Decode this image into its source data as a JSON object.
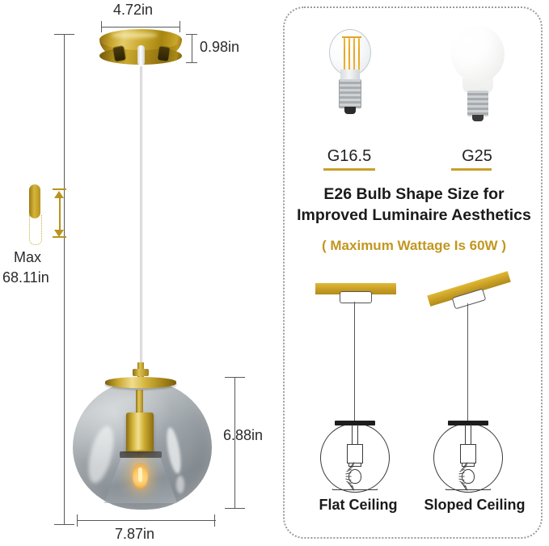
{
  "left_panel": {
    "canopy_width": "4.72in",
    "canopy_height": "0.98in",
    "max_label": "Max",
    "max_value": "68.11in",
    "shade_height": "6.88in",
    "shade_width": "7.87in"
  },
  "right_panel": {
    "bulbs": [
      {
        "name": "G16.5",
        "icon": "clear-filament-globe-bulb-icon"
      },
      {
        "name": "G25",
        "icon": "frosted-globe-bulb-icon"
      }
    ],
    "headline_line1": "E26 Bulb Shape Size for",
    "headline_line2": "Improved Luminaire Aesthetics",
    "wattage_note": "( Maximum Wattage Is 60W )",
    "mounting": [
      {
        "label": "Flat Ceiling",
        "icon": "flat-ceiling-mount-icon"
      },
      {
        "label": "Sloped Ceiling",
        "icon": "sloped-ceiling-mount-icon"
      }
    ]
  },
  "colors": {
    "brass": "#c8a02b",
    "gold_text": "#c2971f",
    "ceiling_bar": "#cda327",
    "dimension_line": "#595959",
    "glass_smoke": "#9aa2a8",
    "border_dotted": "#9b9b9b"
  }
}
